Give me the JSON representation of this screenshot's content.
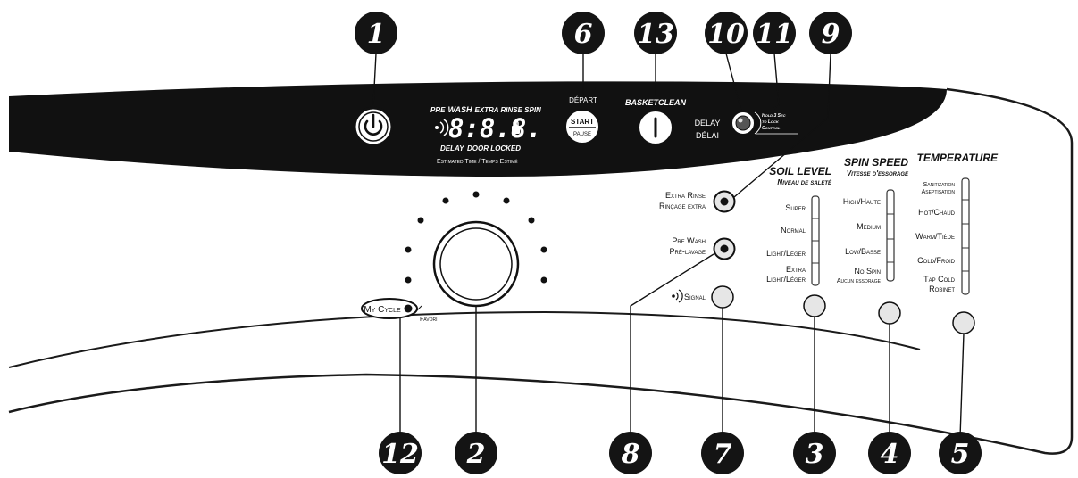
{
  "callouts": [
    "1",
    "2",
    "3",
    "4",
    "5",
    "6",
    "7",
    "8",
    "9",
    "10",
    "11",
    "12",
    "13"
  ],
  "display": {
    "options_prefix": "PRE",
    "options_wash": "WASH",
    "options_rest": "EXTRA RINSE SPIN",
    "digits": "8:8.8.",
    "status_delay": "DELAY",
    "status_door": "DOOR LOCKED",
    "estimated": "Estimated Time / Temps Estimé"
  },
  "buttons": {
    "start_top": "DÉPART",
    "start_label": "START",
    "pause_label": "PAUSE",
    "basket_clean": "BASKETCLEAN",
    "delay_en": "DELAY",
    "delay_fr": "DÉLAI",
    "lock_l1": "Hold 3 Sec",
    "lock_l2": "to Lock",
    "lock_l3": "Control"
  },
  "options": {
    "extra_rinse_en": "Extra Rinse",
    "extra_rinse_fr": "Rinçage extra",
    "pre_wash_en": "Pre Wash",
    "pre_wash_fr": "Pré-lavage",
    "signal": "Signal"
  },
  "my_cycle": {
    "label": "My Cycle",
    "favori": "Favori"
  },
  "soil_level": {
    "title": "SOIL LEVEL",
    "subtitle": "Niveau de saleté",
    "items": [
      "Super",
      "Normal",
      "Light/Léger",
      "Extra",
      "Light/Léger"
    ]
  },
  "spin_speed": {
    "title": "SPIN SPEED",
    "subtitle": "Vitesse d'essorage",
    "items": [
      "High/Haute",
      "Medium",
      "Low/Basse",
      "No Spin",
      "Aucun essorage"
    ]
  },
  "temperature": {
    "title": "TEMPERATURE",
    "items": [
      "Sanitization",
      "Aseptisation",
      "Hot/Chaud",
      "Warm/Tiède",
      "Cold/Froid",
      "Tap Cold",
      "Robinet"
    ]
  },
  "colors": {
    "panel": "#111111",
    "outline": "#1a1a1a",
    "callout": "#141414",
    "button_fill": "#e6e6e6"
  }
}
